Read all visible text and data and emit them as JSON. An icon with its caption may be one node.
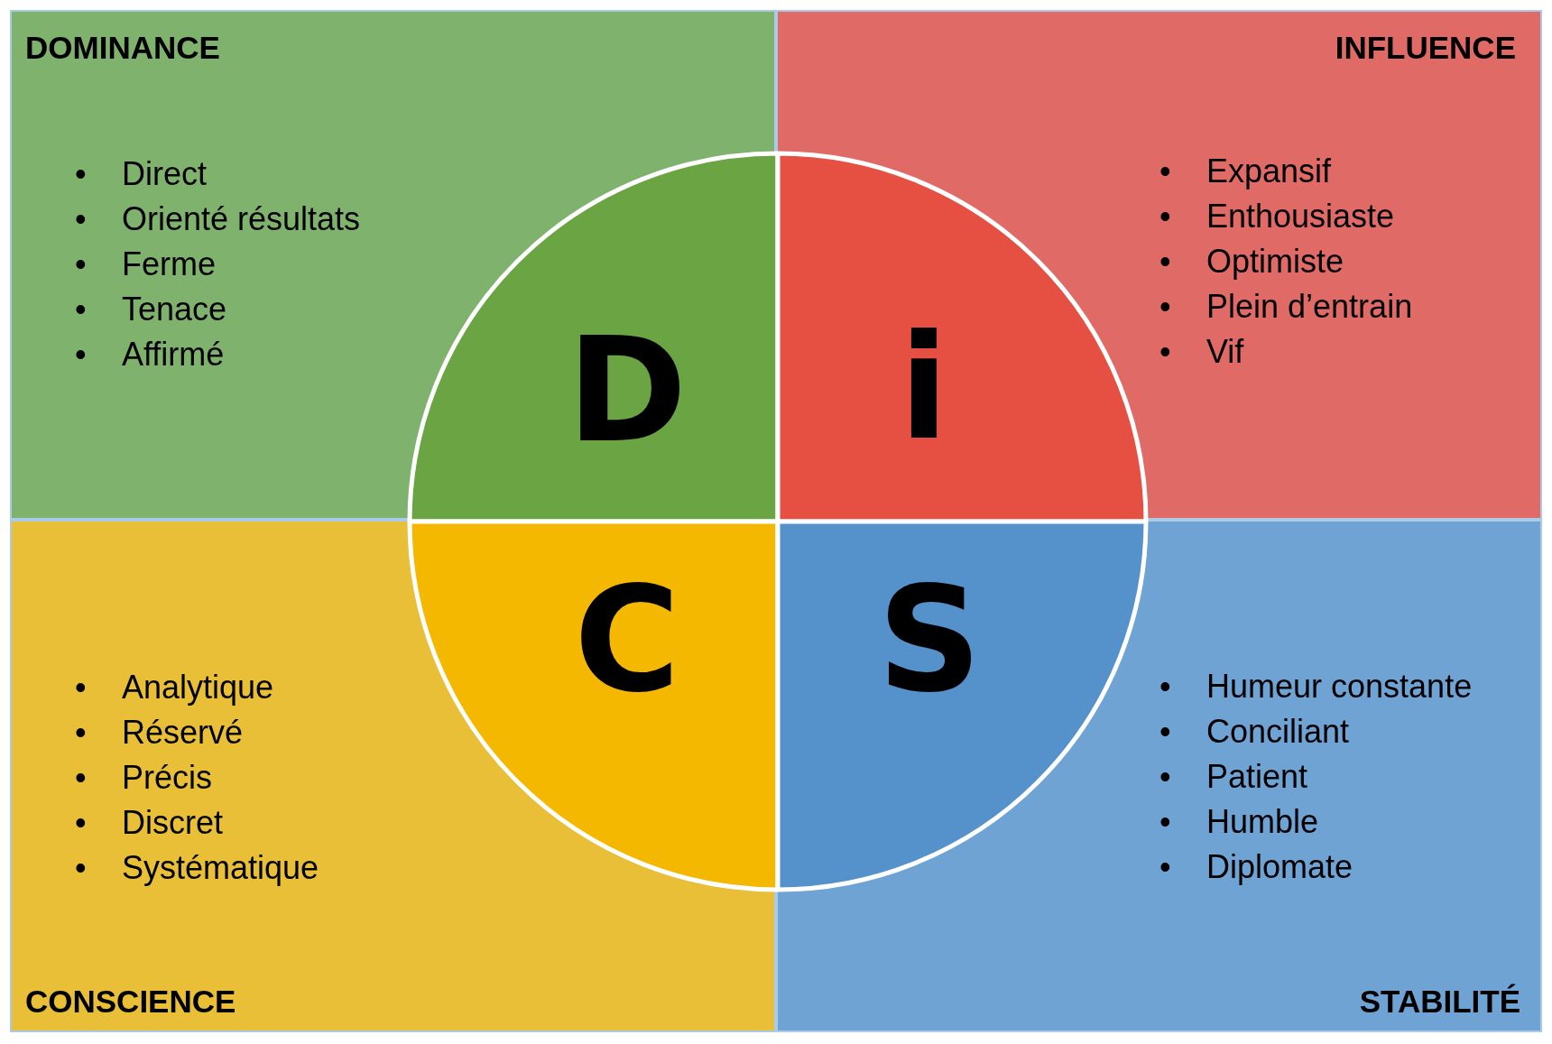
{
  "diagram": {
    "nodes": [
      {
        "text": [
          "DOMINANCE",
          "• Direct",
          "• Orienté résultats",
          "• Ferme",
          "• Tenace",
          "• Affirmé"
        ]
      },
      {
        "text": [
          "D"
        ],
        "in": 0
      },
      {
        "text": [
          "INFLUENCE",
          "• Expansif",
          "• Enthousiaste",
          "• Optimiste",
          "• Plein d’entrain",
          "• Vif"
        ]
      },
      {
        "text": [
          "i"
        ],
        "in": 2
      },
      {
        "text": [
          "• Analytique",
          "• Réservé",
          "• Précis",
          "• Discret",
          "• Systématique",
          "CONSCIENCE"
        ]
      },
      {
        "text": [
          "C"
        ],
        "in": 4
      },
      {
        "text": [
          "• Humeur constante",
          "• Conciliant",
          "• Patient",
          "• Humble",
          "• Diplomate",
          "STABILITÉ"
        ]
      },
      {
        "text": [
          "S"
        ],
        "in": 6
      }
    ]
  }
}
